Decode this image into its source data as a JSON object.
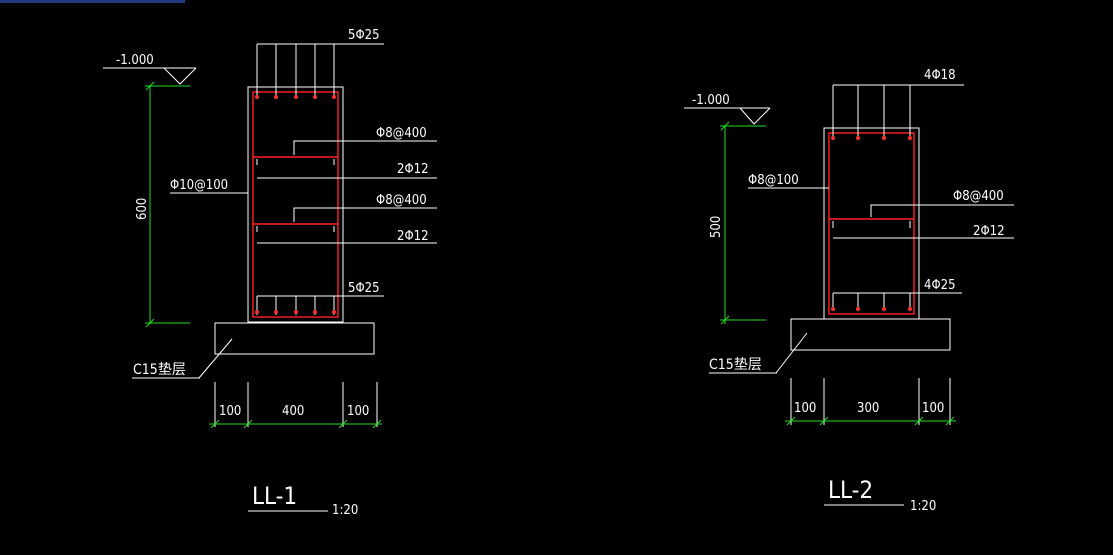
{
  "top_bar_color": "#1e3a7a",
  "sections": [
    {
      "id": "LL-1",
      "title": "LL-1",
      "scale": "1:20",
      "elevation": "-1.000",
      "height_dim": "600",
      "stirrup": "Φ10@100",
      "top_bars": "5Φ25",
      "bottom_bars": "5Φ25",
      "tie_1": "Φ8@400",
      "side_1": "2Φ12",
      "tie_2": "Φ8@400",
      "side_2": "2Φ12",
      "cushion": "C15垫层",
      "dims": [
        "100",
        "400",
        "100"
      ]
    },
    {
      "id": "LL-2",
      "title": "LL-2",
      "scale": "1:20",
      "elevation": "-1.000",
      "height_dim": "500",
      "stirrup": "Φ8@100",
      "top_bars": "4Φ18",
      "bottom_bars": "4Φ25",
      "tie_1": "Φ8@400",
      "side_1": "2Φ12",
      "cushion": "C15垫层",
      "dims": [
        "100",
        "300",
        "100"
      ]
    }
  ]
}
